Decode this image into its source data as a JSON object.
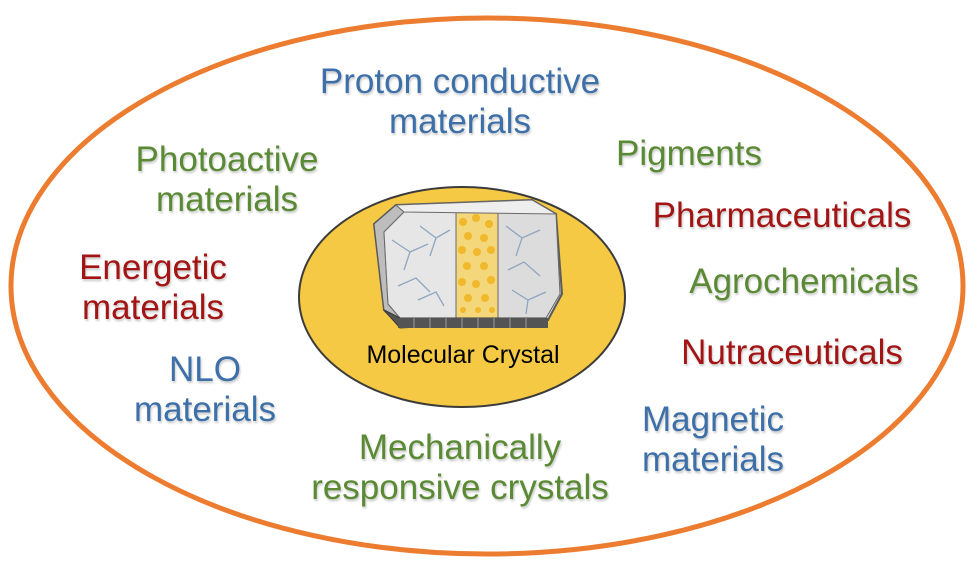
{
  "colors": {
    "blue": "#3d6fa8",
    "green": "#5a8a34",
    "red": "#a31515",
    "outer_ring": "#ec7c30",
    "center_fill": "#f5c944",
    "crystal_face": "#d7d7d7",
    "crystal_dark": "#545454",
    "crystal_dots": "#f5c030"
  },
  "center": {
    "label": "Molecular Crystal",
    "icon": "crystal-icon"
  },
  "labels": [
    {
      "id": "proton",
      "lines": [
        "Proton conductive",
        "materials"
      ],
      "color": "blue"
    },
    {
      "id": "photoactive",
      "lines": [
        "Photoactive",
        "materials"
      ],
      "color": "green"
    },
    {
      "id": "pigments",
      "lines": [
        "Pigments"
      ],
      "color": "green"
    },
    {
      "id": "pharmaceuticals",
      "lines": [
        "Pharmaceuticals"
      ],
      "color": "red"
    },
    {
      "id": "energetic",
      "lines": [
        "Energetic",
        "materials"
      ],
      "color": "red"
    },
    {
      "id": "agrochemicals",
      "lines": [
        "Agrochemicals"
      ],
      "color": "green"
    },
    {
      "id": "nutraceuticals",
      "lines": [
        "Nutraceuticals"
      ],
      "color": "red"
    },
    {
      "id": "nlo",
      "lines": [
        "NLO",
        "materials"
      ],
      "color": "blue"
    },
    {
      "id": "magnetic",
      "lines": [
        "Magnetic",
        "materials"
      ],
      "color": "blue"
    },
    {
      "id": "mechanically",
      "lines": [
        "Mechanically",
        "responsive crystals"
      ],
      "color": "green"
    }
  ]
}
